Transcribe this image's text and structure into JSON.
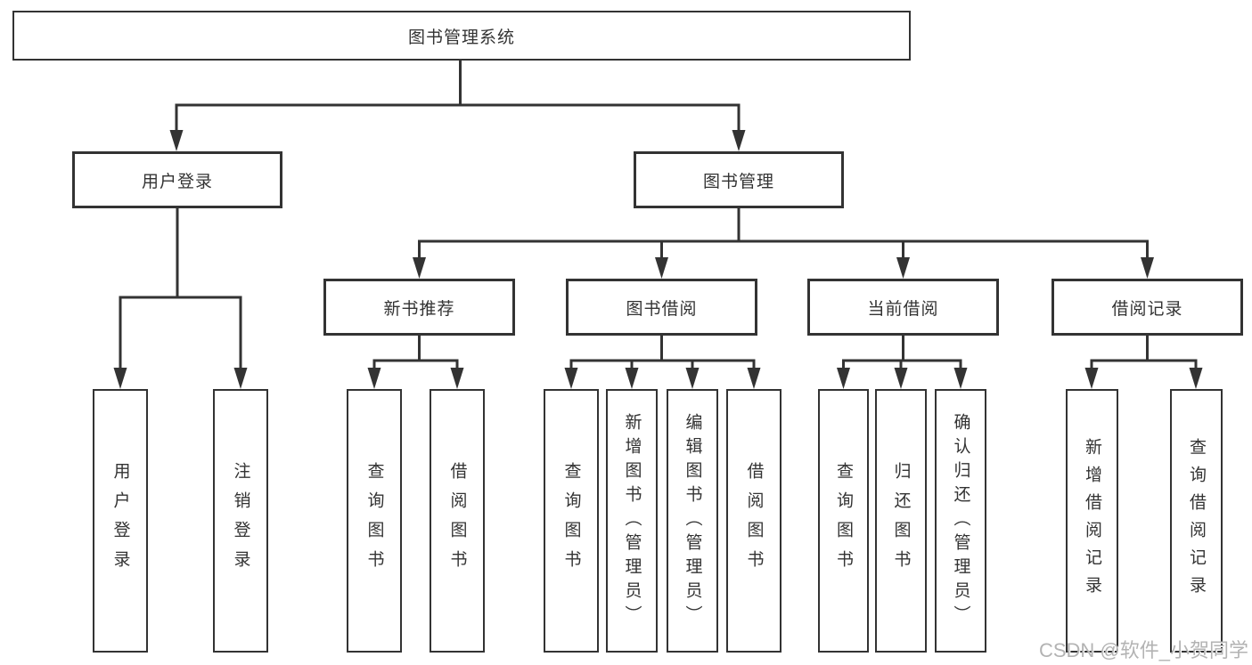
{
  "diagram": {
    "root": {
      "label": "图书管理系统"
    },
    "level2": [
      {
        "label": "用户登录"
      },
      {
        "label": "图书管理"
      }
    ],
    "level3": [
      {
        "label": "新书推荐"
      },
      {
        "label": "图书借阅"
      },
      {
        "label": "当前借阅"
      },
      {
        "label": "借阅记录"
      }
    ],
    "leaves": [
      {
        "label": "用户登录"
      },
      {
        "label": "注销登录"
      },
      {
        "label": "查询图书"
      },
      {
        "label": "借阅图书"
      },
      {
        "label": "查询图书"
      },
      {
        "label": "新增图书（管理员）"
      },
      {
        "label": "编辑图书（管理员）"
      },
      {
        "label": "借阅图书"
      },
      {
        "label": "查询图书"
      },
      {
        "label": "归还图书"
      },
      {
        "label": "确认归还（管理员）"
      },
      {
        "label": "新增借阅记录"
      },
      {
        "label": "查询借阅记录"
      }
    ],
    "watermark": "CSDN @软件_小贺同学",
    "colors": {
      "line": "#333333",
      "text": "#333333",
      "watermark": "#b3b3b3",
      "background": "#ffffff"
    }
  }
}
